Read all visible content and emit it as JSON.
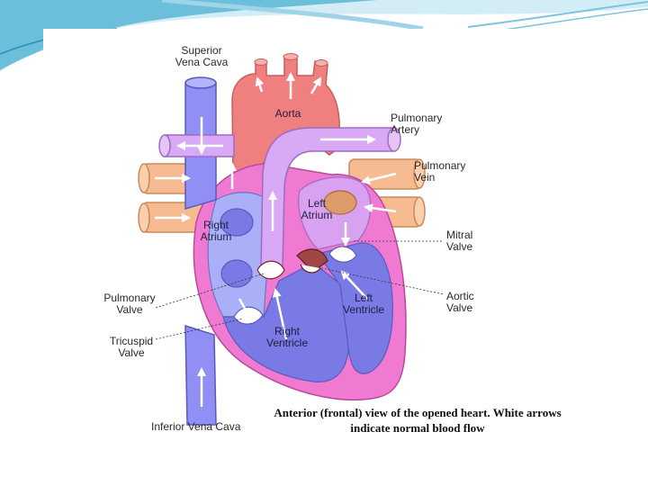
{
  "labels": {
    "superior_vena_cava": "Superior\nVena Cava",
    "aorta": "Aorta",
    "pulmonary_artery": "Pulmonary\nArtery",
    "pulmonary_vein": "Pulmonary\nVein",
    "left_atrium": "Left\nAtrium",
    "right_atrium": "Right\nAtrium",
    "mitral_valve": "Mitral\nValve",
    "pulmonary_valve": "Pulmonary\nValve",
    "aortic_valve": "Aortic\nValve",
    "left_ventricle": "Left\nVentricle",
    "right_ventricle": "Right\nVentricle",
    "tricuspid_valve": "Tricuspid\nValve",
    "inferior_vena_cava": "Inferior Vena Cava"
  },
  "caption": {
    "line1": "Anterior (frontal) view of the opened heart. White arrows",
    "line2": "indicate normal blood flow"
  },
  "colors": {
    "vena_cava": "#8f8ff5",
    "aorta": "#f08080",
    "pulmonary_artery": "#d8aaf5",
    "pulmonary_vein": "#f6bb90",
    "heart_wall": "#f07ad2",
    "right_chambers": "#aab0f8",
    "left_chambers": "#7a7ae6",
    "left_atrium": "#d9a2f0",
    "slide_accent": "#58b6d6"
  }
}
